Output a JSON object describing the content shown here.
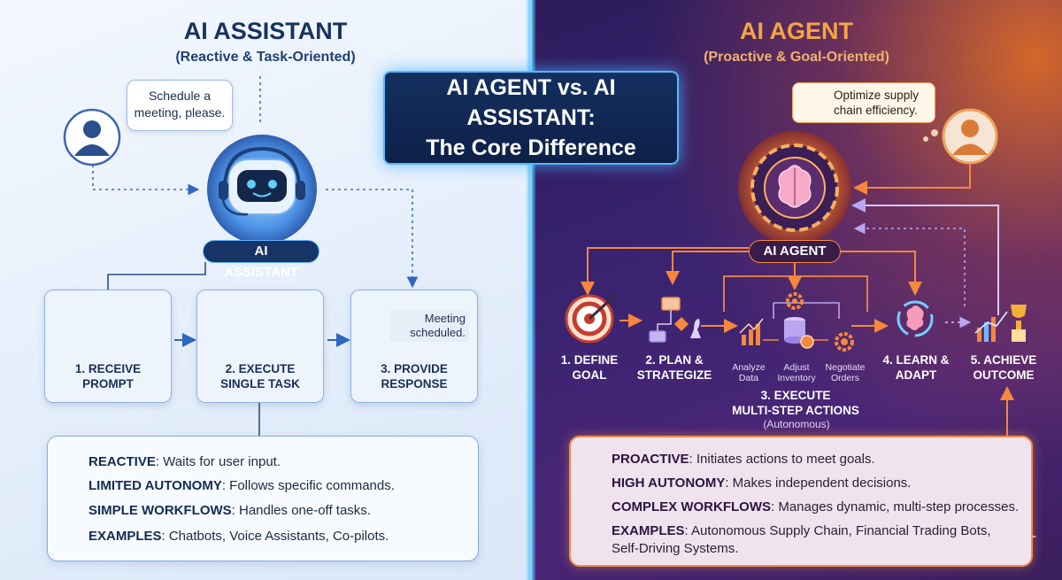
{
  "center": {
    "line1": "AI AGENT vs. AI ASSISTANT:",
    "line2": "The Core Difference"
  },
  "assistant": {
    "title": "AI ASSISTANT",
    "subtitle": "(Reactive & Task-Oriented)",
    "user_request": "Schedule a meeting, please.",
    "node_label": "AI ASSISTANT",
    "steps": [
      {
        "line1": "1. RECEIVE",
        "line2": "PROMPT"
      },
      {
        "line1": "2. EXECUTE",
        "line2": "SINGLE TASK"
      },
      {
        "line1": "3. PROVIDE",
        "line2": "RESPONSE"
      }
    ],
    "response_text": "Meeting scheduled.",
    "traits": [
      {
        "label": "REACTIVE",
        "text": ": Waits for user input."
      },
      {
        "label": "LIMITED AUTONOMY",
        "text": ": Follows specific commands."
      },
      {
        "label": "SIMPLE WORKFLOWS",
        "text": ": Handles one-off tasks."
      },
      {
        "label": "EXAMPLES",
        "text": ": Chatbots, Voice Assistants, Co-pilots."
      }
    ]
  },
  "agent": {
    "title": "AI AGENT",
    "subtitle": "(Proactive & Goal-Oriented)",
    "user_goal": "Optimize supply chain efficiency.",
    "node_label": "AI AGENT",
    "steps": [
      {
        "line1": "1. DEFINE",
        "line2": "GOAL"
      },
      {
        "line1": "2. PLAN &",
        "line2": "STRATEGIZE"
      },
      {
        "line1": "3. EXECUTE",
        "line2": "MULTI-STEP ACTIONS"
      },
      {
        "line1": "4. LEARN &",
        "line2": "ADAPT"
      },
      {
        "line1": "5. ACHIEVE",
        "line2": "OUTCOME"
      }
    ],
    "execute_note": "(Autonomous)",
    "substeps": [
      {
        "line1": "Analyze",
        "line2": "Data"
      },
      {
        "line1": "Adjust",
        "line2": "Inventory"
      },
      {
        "line1": "Negotiate",
        "line2": "Orders"
      }
    ],
    "traits": [
      {
        "label": "PROACTIVE",
        "text": ": Initiates actions to meet goals."
      },
      {
        "label": "HIGH AUTONOMY",
        "text": ": Makes independent decisions."
      },
      {
        "label": "COMPLEX WORKFLOWS",
        "text": ": Manages dynamic, multi-step processes."
      },
      {
        "label": "EXAMPLES",
        "text": ": Autonomous Supply Chain, Financial Trading Bots,",
        "text2": "Self-Driving Systems."
      }
    ]
  },
  "colors": {
    "assistant_accent": "#1f6fd6",
    "agent_accent": "#f5883c",
    "divider": "#5cc7ff"
  },
  "icons": {
    "user": "user-avatar-icon",
    "robot": "robot-headset-icon",
    "ear": "ear-icon",
    "calendar": "calendar-check-icon",
    "chat": "chat-bubble-icon",
    "brain": "brain-gear-icon",
    "target": "target-icon",
    "flowchart": "flowchart-icon",
    "chart": "bar-chart-icon",
    "database": "database-gear-icon",
    "cog": "cog-icon",
    "trophy": "trophy-icon",
    "flag": "flag-icon"
  }
}
